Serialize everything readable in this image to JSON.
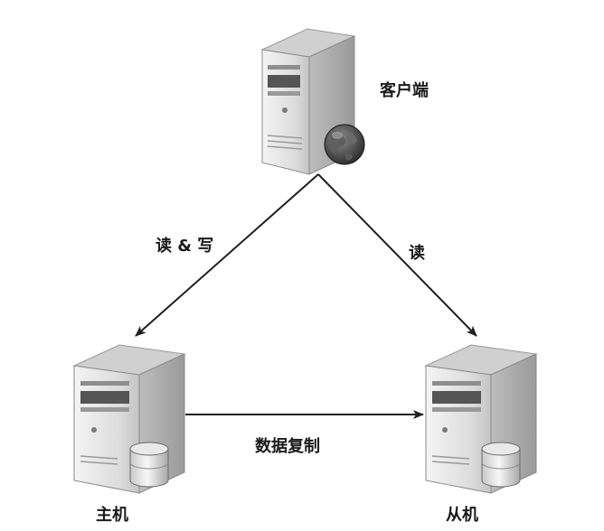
{
  "nodes": {
    "client": {
      "label": "客户端"
    },
    "master": {
      "label": "主机"
    },
    "slave": {
      "label": "从机"
    }
  },
  "edges": {
    "client_to_master": {
      "label": "读 & 写"
    },
    "client_to_slave": {
      "label": "读"
    },
    "master_to_slave": {
      "label": "数据复制"
    }
  },
  "colors": {
    "arrow": "#1f1f1f",
    "server_body": "#e6e6e6",
    "server_shade": "#b8b8b8",
    "text": "#1a1a1a"
  }
}
